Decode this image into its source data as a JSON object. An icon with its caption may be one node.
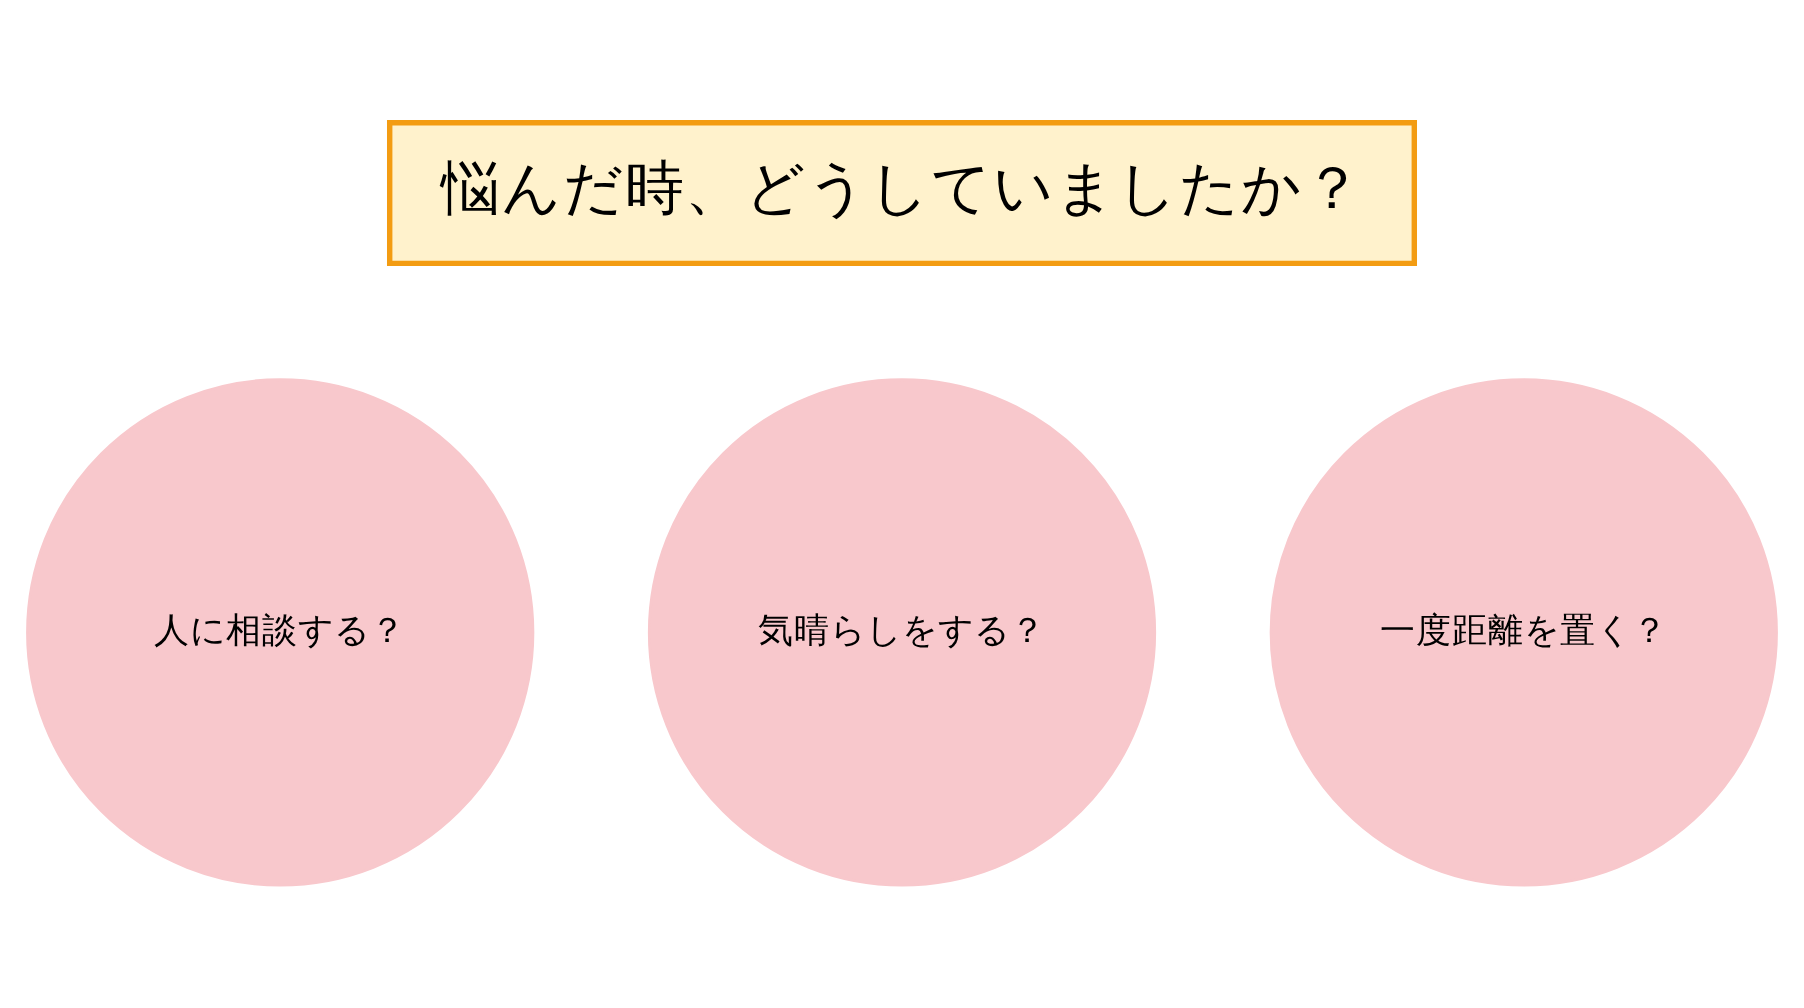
{
  "diagram": {
    "nodes": [
      {
        "text": [
          "悩んだ時、どうしていましたか？"
        ]
      },
      {
        "text": [
          "人に相談する？"
        ]
      },
      {
        "text": [
          "気晴らしをする？"
        ]
      },
      {
        "text": [
          "一度距離を置く？"
        ]
      }
    ]
  }
}
